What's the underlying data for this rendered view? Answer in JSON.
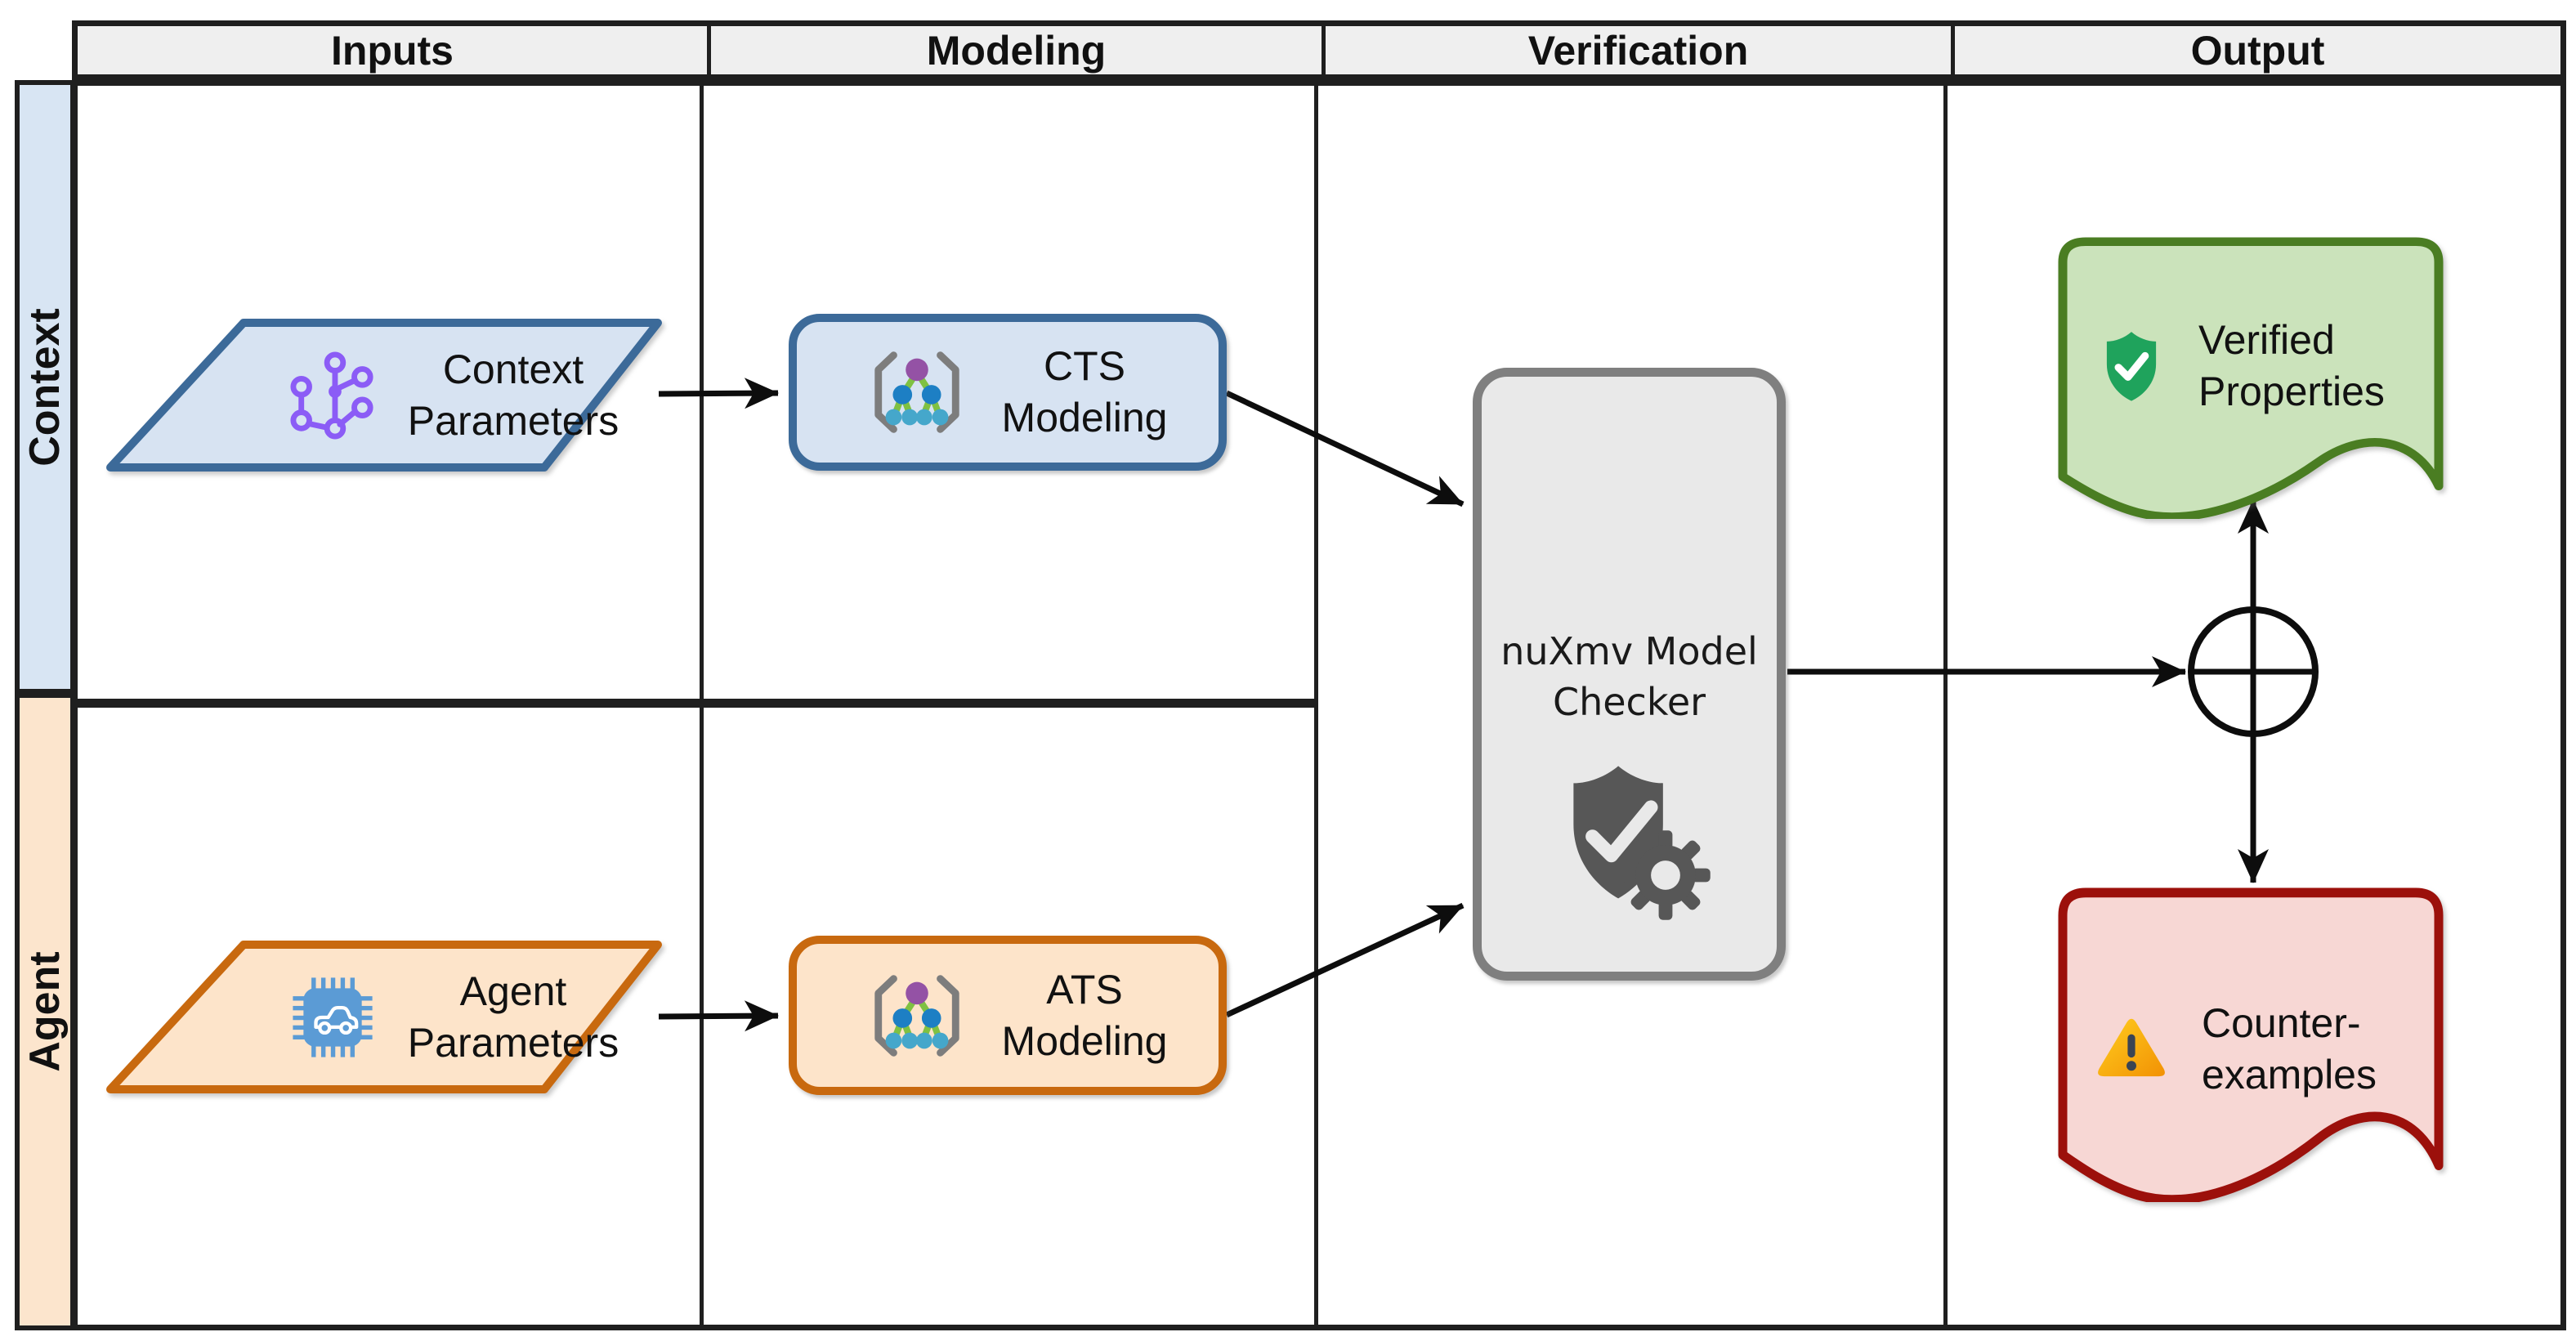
{
  "header": {
    "columns": [
      {
        "label": "Inputs"
      },
      {
        "label": "Modeling"
      },
      {
        "label": "Verification"
      },
      {
        "label": "Output"
      }
    ]
  },
  "lanes": [
    {
      "label": "Context"
    },
    {
      "label": "Agent"
    }
  ],
  "nodes": {
    "context_parameters": {
      "line1": "Context",
      "line2": "Parameters",
      "icon": "branch-network-icon",
      "shape": "parallelogram"
    },
    "cts_modeling": {
      "line1": "CTS",
      "line2": "Modeling",
      "icon": "bracket-tree-icon",
      "shape": "rounded-rectangle"
    },
    "agent_parameters": {
      "line1": "Agent",
      "line2": "Parameters",
      "icon": "chip-car-icon",
      "shape": "parallelogram"
    },
    "ats_modeling": {
      "line1": "ATS",
      "line2": "Modeling",
      "icon": "bracket-tree-icon",
      "shape": "rounded-rectangle"
    },
    "nuxmv_model_checker": {
      "line1": "nuXmv Model",
      "line2": "Checker",
      "icon": "shield-check-gear-icon",
      "shape": "rounded-rectangle"
    },
    "verified_properties": {
      "line1": "Verified",
      "line2": "Properties",
      "icon": "shield-check-icon",
      "shape": "wave-document"
    },
    "counter_examples": {
      "line1": "Counter-",
      "line2": "examples",
      "icon": "warning-triangle-icon",
      "shape": "wave-document"
    }
  },
  "junction": {
    "type": "plus-circle-connector"
  },
  "colors": {
    "context_fill": "#d7e3f2",
    "context_border": "#3c6a99",
    "agent_fill": "#fde4ca",
    "agent_border": "#c8690f",
    "context_lane_fill": "#d8e5f3",
    "agent_lane_fill": "#fce5cd",
    "verification_fill": "#e9e9e9",
    "verification_border": "#7f7f7f",
    "verified_fill": "#cbe3bb",
    "verified_border": "#4a7d22",
    "counter_fill": "#f7d7d4",
    "counter_border": "#9c100b",
    "header_fill": "#efefef",
    "line_color": "#111111",
    "network_icon_purple": "#8b5cf6",
    "tree_root_purple": "#9452a5",
    "tree_node_blue": "#1d7fc4",
    "tree_leaf_teal": "#45a7cb",
    "tree_edge_green": "#7fc142",
    "chip_blue": "#5b9bd5",
    "shield_green": "#1fa35c",
    "warning_yellow": "#ffce1f",
    "warning_orange": "#f29104",
    "checker_icon_gray": "#575757"
  }
}
